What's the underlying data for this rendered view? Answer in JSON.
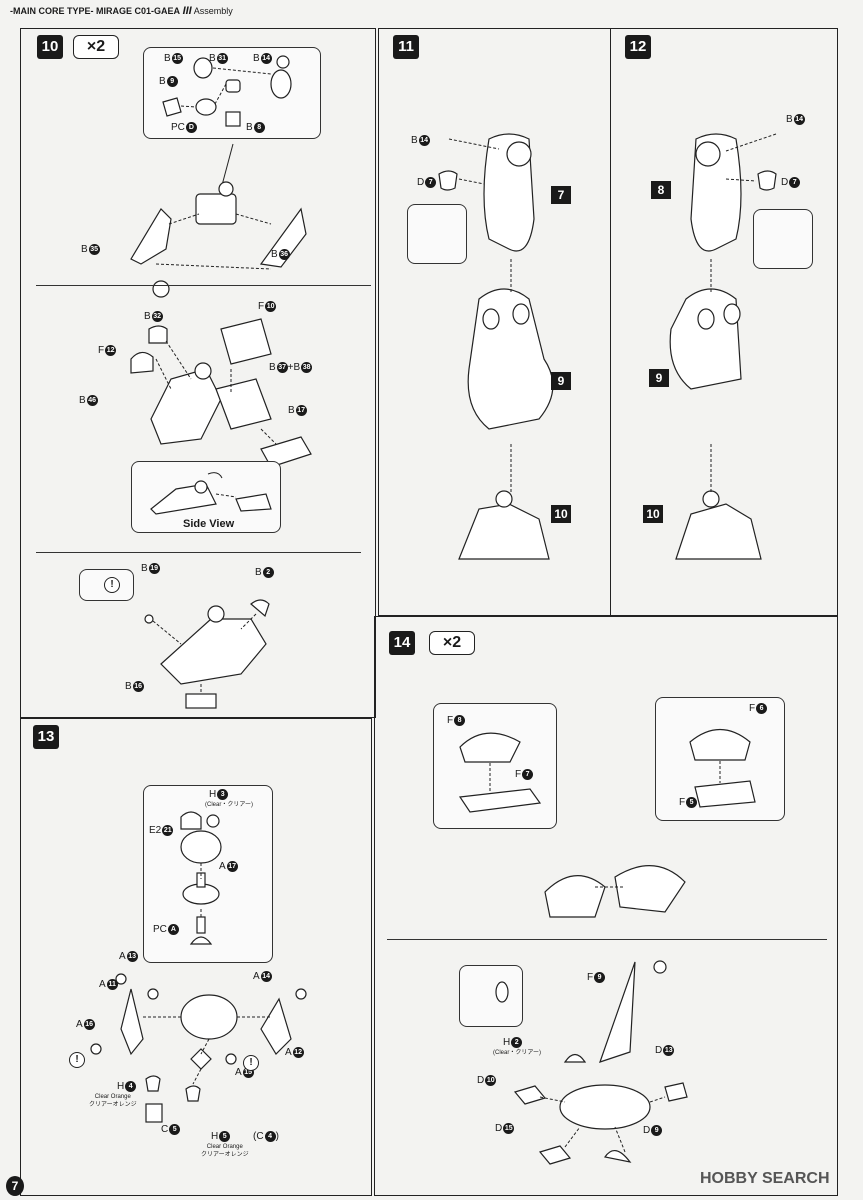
{
  "header": {
    "prefix": "-MAIN CORE TYPE-",
    "title": "MIRAGE C01-GAEA",
    "mark": "III",
    "suffix": "Assembly"
  },
  "steps": {
    "s10": "10",
    "s11": "11",
    "s12": "12",
    "s13": "13",
    "s14": "14",
    "x2": "×2"
  },
  "step10": {
    "top": {
      "b15": "B",
      "n15": "15",
      "b31": "B",
      "n31": "31",
      "b14": "B",
      "n14": "14",
      "b9": "B",
      "n9": "9",
      "pcd": "PC",
      "nd": "D",
      "b8": "B",
      "n8": "8",
      "b35": "B",
      "n35": "35",
      "b36": "B",
      "n36": "36"
    },
    "mid": {
      "b32": "B",
      "n32": "32",
      "f10": "F",
      "n10": "10",
      "f12": "F",
      "n12": "12",
      "b37": "B",
      "n37": "37",
      "plus": "+B",
      "n38": "38",
      "b46": "B",
      "n46": "46",
      "b17": "B",
      "n17": "17",
      "side_view": "Side View"
    },
    "bot": {
      "b19": "B",
      "n19": "19",
      "b2": "B",
      "n2": "2",
      "b16": "B",
      "n16": "16"
    }
  },
  "step11": {
    "b14": "B",
    "n14": "14",
    "d7": "D",
    "n7": "7",
    "part7": "7",
    "part9": "9",
    "part10": "10"
  },
  "step12": {
    "b14": "B",
    "n14": "14",
    "d7": "D",
    "n7": "7",
    "part8": "8",
    "part9": "9",
    "part10": "10"
  },
  "step13": {
    "h3": "H",
    "n3": "3",
    "clear": "(Clear・クリアー)",
    "e2": "E2",
    "n21": "21",
    "a17": "A",
    "n17": "17",
    "pca": "PC",
    "na": "A",
    "a13": "A",
    "n13": "13",
    "a11": "A",
    "n11": "11",
    "a16": "A",
    "n16": "16",
    "a14": "A",
    "n14": "14",
    "a12": "A",
    "n12": "12",
    "a15": "A",
    "n15": "15",
    "h4": "H",
    "n4": "4",
    "clear_orange": "Clear Orange",
    "clear_orange_jp": "クリアーオレンジ",
    "c5": "C",
    "n5": "5",
    "h5": "H",
    "n5b": "5",
    "c4": "(C",
    "n4b": "4",
    ")": ")"
  },
  "step14": {
    "f8": "F",
    "n8": "8",
    "f7": "F",
    "n7": "7",
    "f6": "F",
    "n6": "6",
    "f5": "F",
    "n5": "5",
    "f9": "F",
    "n9": "9",
    "h2": "H",
    "n2": "2",
    "clear": "(Clear・クリアー)",
    "d13": "D",
    "n13": "13",
    "d10": "D",
    "n10": "10",
    "d15": "D",
    "n15": "15",
    "d9": "D",
    "n9b": "9"
  },
  "footer": {
    "page": "7",
    "watermark": "HOBBY SEARCH"
  }
}
